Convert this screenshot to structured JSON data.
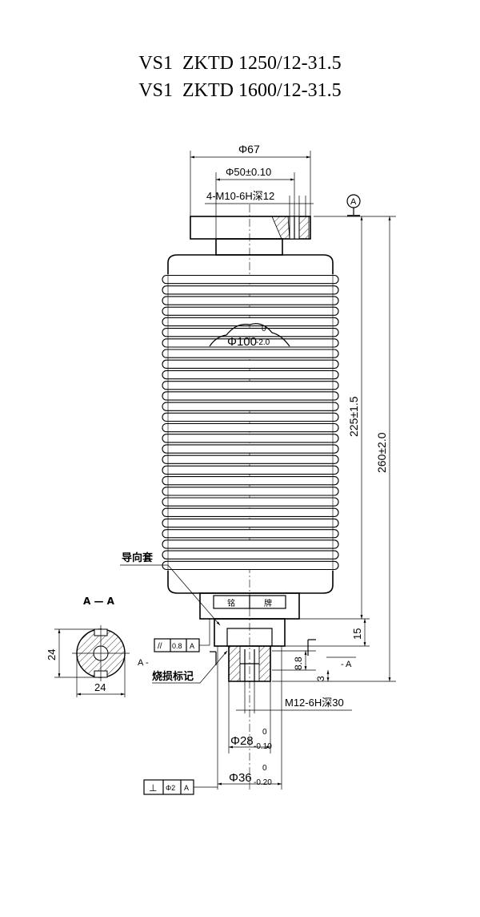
{
  "title": {
    "line1": "VS1  ZKTD 1250/12-31.5",
    "line2": "VS1  ZKTD 1600/12-31.5"
  },
  "dimensions": {
    "top_flange_diameter": "Φ67",
    "top_bolt_circle": "Φ50±0.10",
    "top_thread": "4-M10-6H深12",
    "datum_label": "A",
    "body_diameter": "Φ100",
    "body_tol_upper": "0",
    "body_tol_lower": "-2.0",
    "height_inner": "225±1.5",
    "height_overall": "260±2.0",
    "dim_15": "15",
    "dim_8_8": "8.8",
    "dim_3": "3",
    "bottom_thread": "M12-6H深30",
    "rod_diameter": "Φ28",
    "rod_tol_upper": "0",
    "rod_tol_lower": "-0.10",
    "stem_diameter": "Φ36",
    "stem_tol_upper": "0",
    "stem_tol_lower": "-0.20"
  },
  "labels": {
    "guide_sleeve": "导向套",
    "burn_mark": "烧损标记",
    "nameplate_left": "铭",
    "nameplate_right": "牌",
    "section_title": "A — A",
    "section_side_left": "A",
    "section_side_right": "A",
    "section_width": "24",
    "section_height": "24"
  },
  "tolerances": {
    "parallel_symbol": "//",
    "parallel_value": "0.8",
    "parallel_datum": "A",
    "perp_symbol": "⊥",
    "perp_value": "Φ2",
    "perp_datum": "A"
  }
}
